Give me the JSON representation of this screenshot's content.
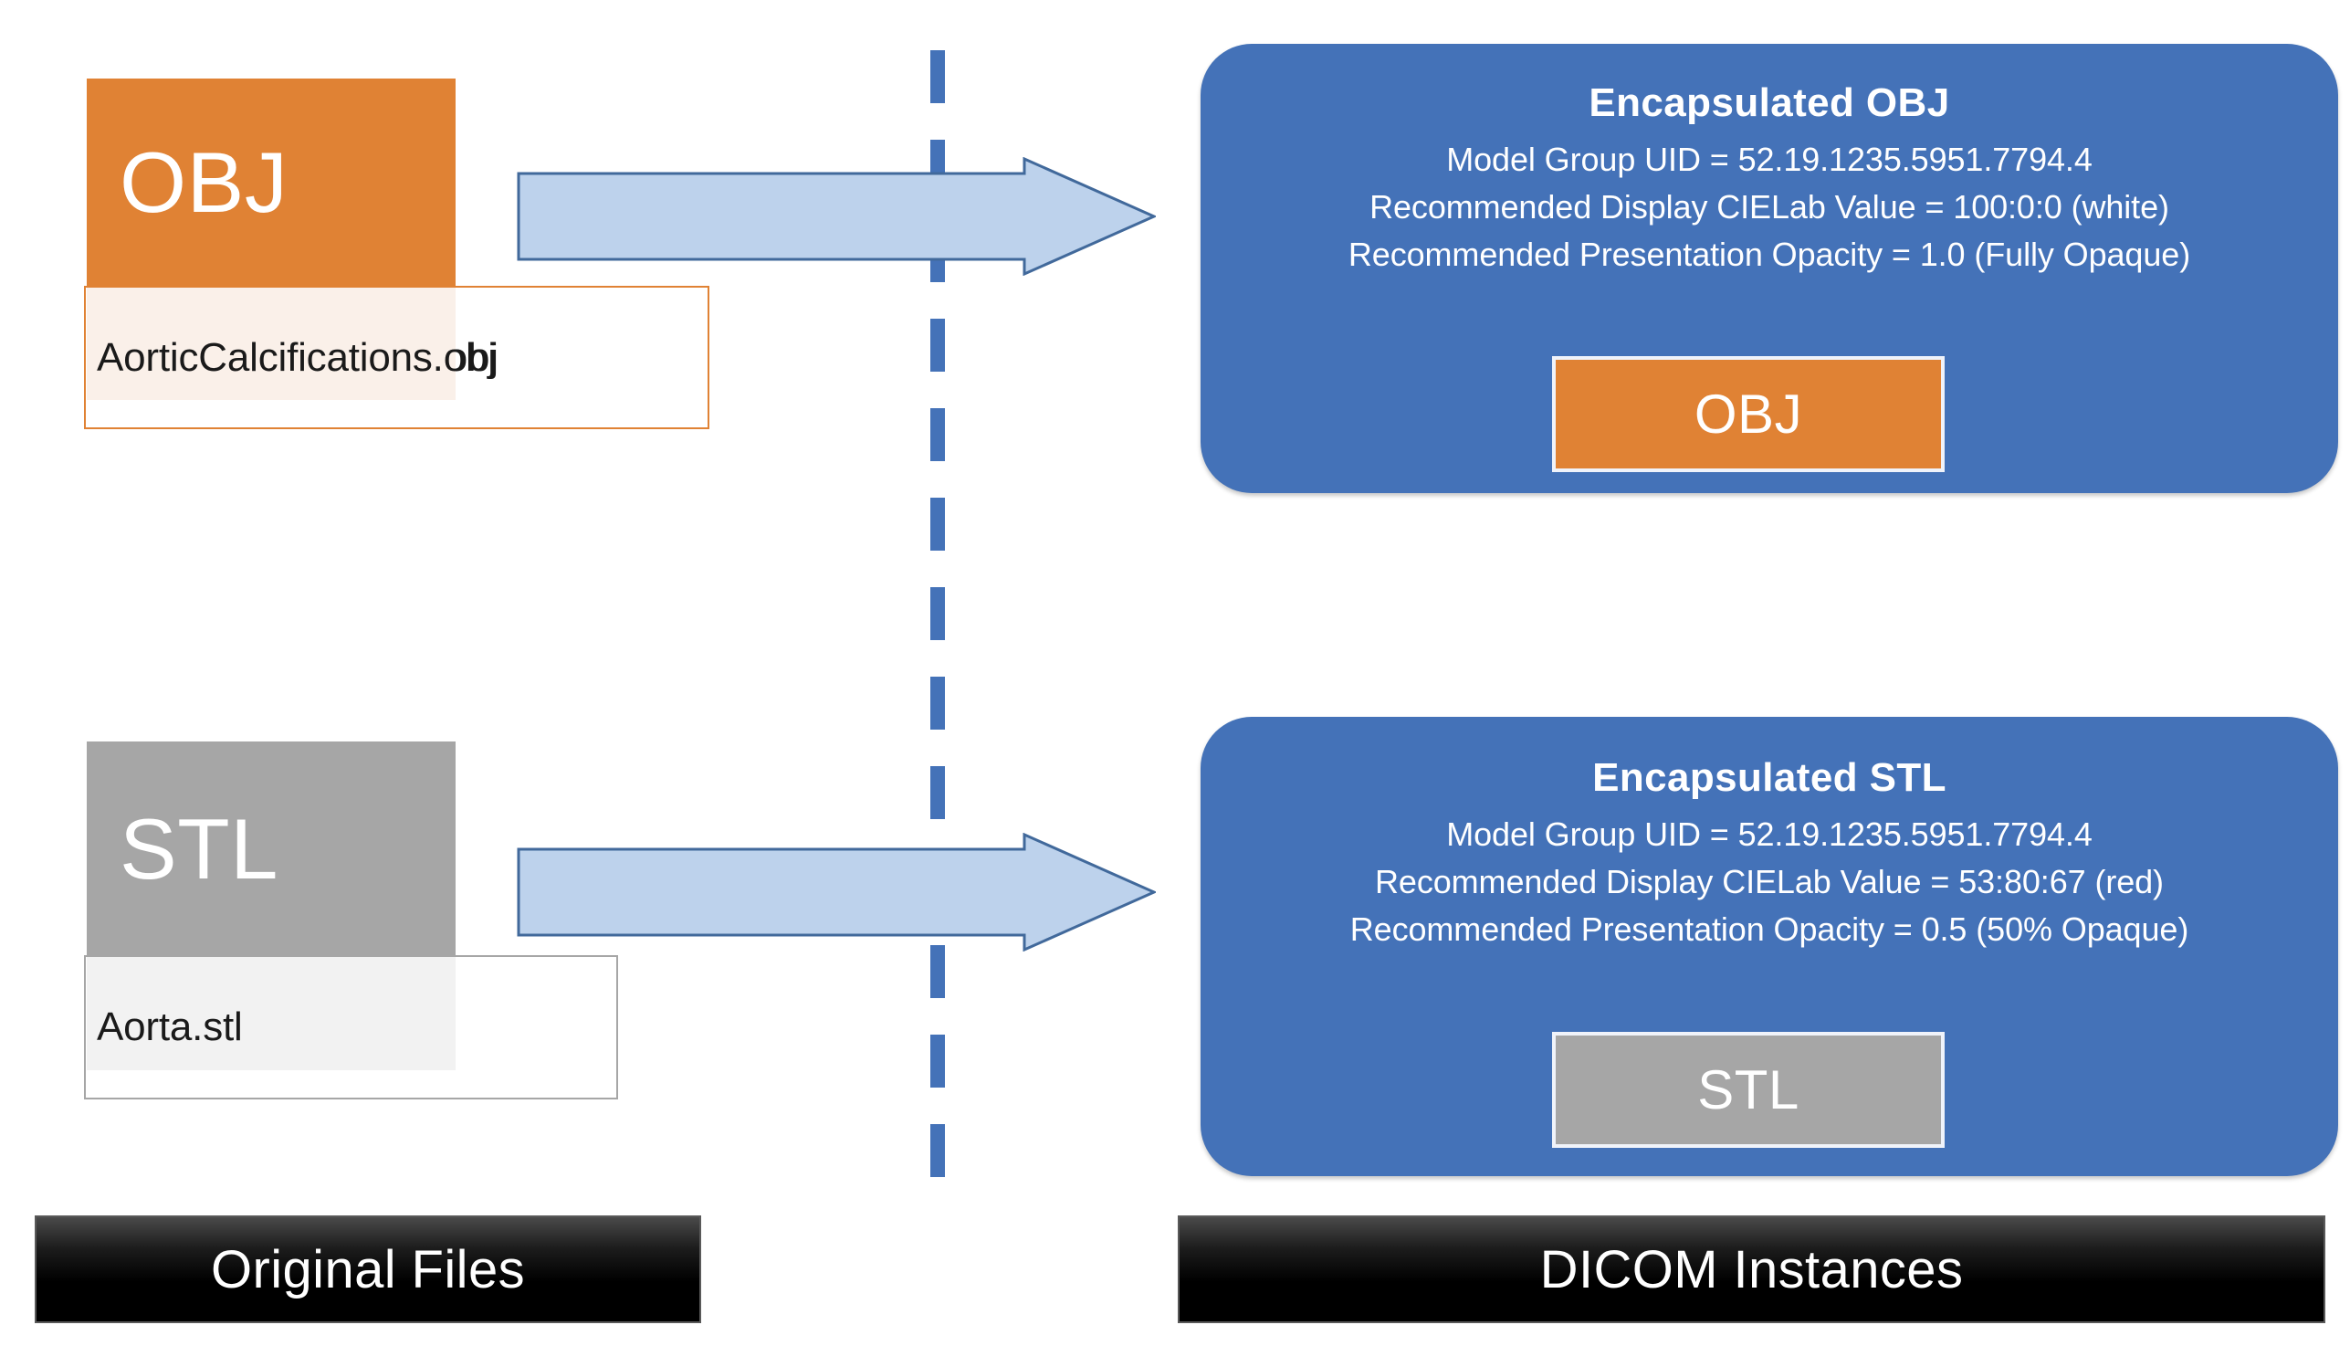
{
  "diagram": {
    "title": "Encapsulation of original 3D model files into DICOM instances",
    "colors": {
      "obj_orange": "#E08234",
      "stl_gray": "#A6A6A6",
      "panel_blue": "#4472B8",
      "arrow_fill": "#BDD2EC",
      "arrow_stroke": "#41699B",
      "divider_blue": "#4472B8",
      "banner_black": "#000000"
    }
  },
  "left_column": {
    "banner_label": "Original Files",
    "files": [
      {
        "type_label": "OBJ",
        "file_name": "AorticCalcifications.obj",
        "chip_color": "#E08234"
      },
      {
        "type_label": "STL",
        "file_name": "Aorta.stl",
        "chip_color": "#A6A6A6"
      }
    ]
  },
  "arrows": [
    {
      "name": "obj-to-dicom-arrow",
      "direction": "right"
    },
    {
      "name": "stl-to-dicom-arrow",
      "direction": "right"
    }
  ],
  "divider": {
    "style": "dashed-vertical",
    "color": "#4472B8"
  },
  "right_column": {
    "banner_label": "DICOM Instances",
    "panels": [
      {
        "title": "Encapsulated  OBJ",
        "lines": [
          "Model Group UID = 52.19.1235.5951.7794.4",
          "Recommended Display CIELab Value = 100:0:0  (white)",
          "Recommended Presentation Opacity = 1.0 (Fully Opaque)"
        ],
        "chip_label": "OBJ",
        "chip_color": "#E08234"
      },
      {
        "title": "Encapsulated  STL",
        "lines": [
          "Model Group UID = 52.19.1235.5951.7794.4",
          "Recommended Display CIELab Value = 53:80:67  (red)",
          "Recommended Presentation Opacity = 0.5 (50% Opaque)"
        ],
        "chip_label": "STL",
        "chip_color": "#A6A6A6"
      }
    ]
  }
}
